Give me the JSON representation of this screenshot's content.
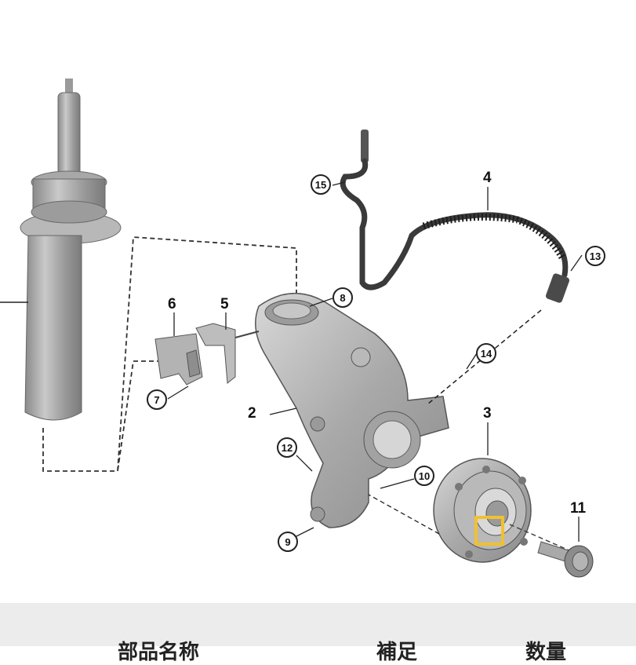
{
  "diagram": {
    "part_labels": [
      "2",
      "3",
      "4",
      "5",
      "6",
      "11"
    ],
    "circled_labels": [
      "7",
      "8",
      "9",
      "10",
      "12",
      "13",
      "14",
      "15"
    ],
    "highlight_color": "#f0c130"
  },
  "footer": {
    "headers": [
      "部品名称",
      "補足",
      "数量"
    ]
  }
}
